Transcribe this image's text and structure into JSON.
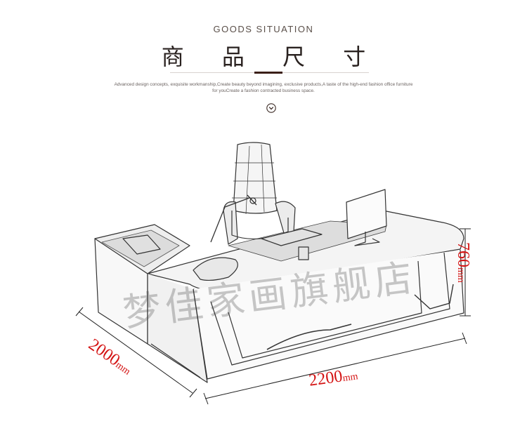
{
  "header": {
    "eyebrow": "GOODS SITUATION",
    "title": "商 品 尺 寸",
    "description_line1": "Advanced design concepts, exquisite workmanship,Create beauty beyond imagining, exclusive products,A taste of the high-end fashion office furniture",
    "description_line2": "for youCreate a fashion contracted business space.",
    "scroll_icon": "chevron-down-circle-icon"
  },
  "dimensions": {
    "width": "2200",
    "width_unit": "mm",
    "depth": "2000",
    "depth_unit": "mm",
    "height": "760",
    "height_unit": "mm"
  },
  "watermark": "梦佳家画旗舰店",
  "colors": {
    "title": "#2a2220",
    "accent_rule": "#3b1f18",
    "dimension_text": "#d41414",
    "sketch_line": "#333333"
  }
}
